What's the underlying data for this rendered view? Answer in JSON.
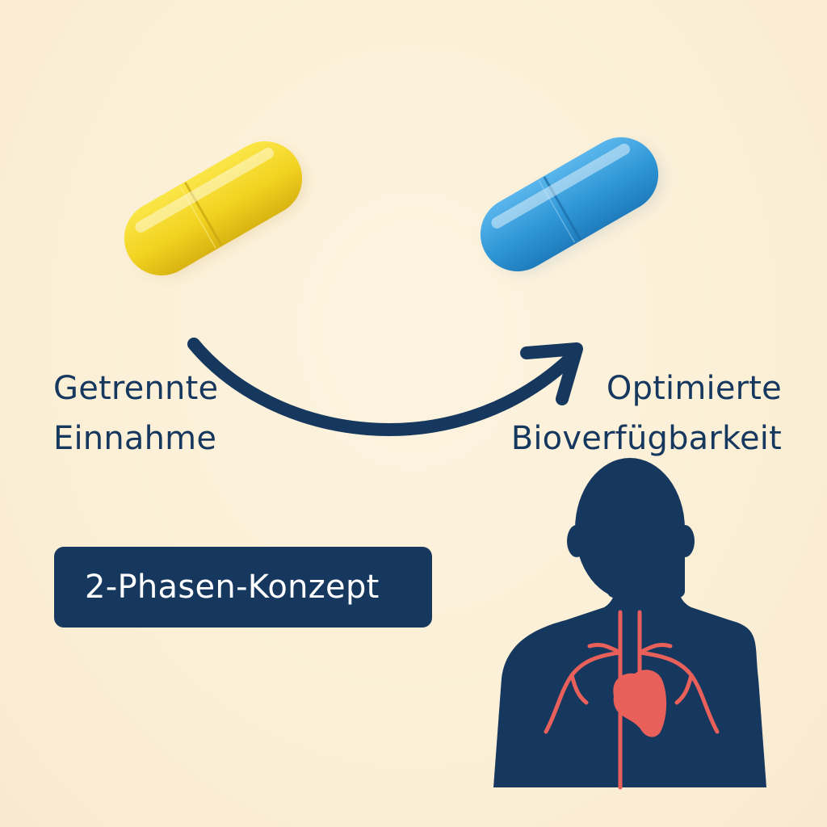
{
  "labels": {
    "left_line1": "Getrennte",
    "left_line2": "Einnahme",
    "right_line1": "Optimierte",
    "right_line2": "Bioverfügbarkeit"
  },
  "badge": {
    "text": "2-Phasen-Konzept"
  },
  "colors": {
    "background": "#fbf0d8",
    "navy": "#16385f",
    "capsule_yellow": "#f2d321",
    "capsule_blue": "#2f97d6",
    "vessels": "#e9605a"
  },
  "icons": {
    "left": "yellow-capsule-icon",
    "right": "blue-capsule-icon",
    "connector": "curved-arrow-icon",
    "figure": "human-silhouette-icon"
  }
}
